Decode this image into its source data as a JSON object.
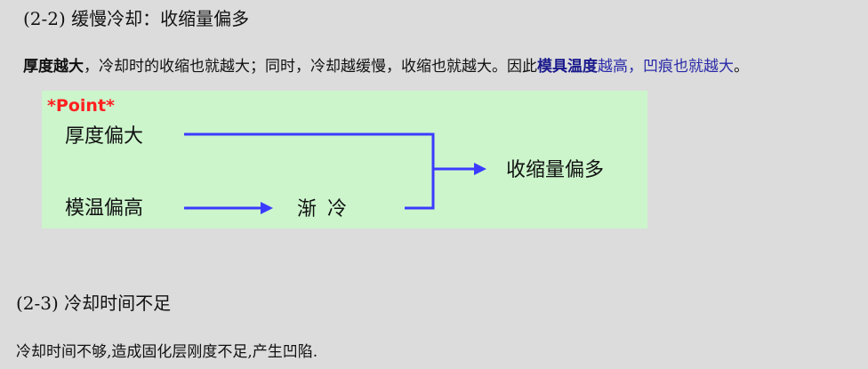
{
  "section1": {
    "heading": "(2-2) 缓慢冷却：收缩量偏多",
    "paragraph": {
      "part1": "厚度越大",
      "part2": "，冷却时的收缩也就越大；同时，冷却越缓慢，收缩也就越大。因此",
      "part3": "模具温度",
      "part4": "越高，凹痕也就越大",
      "part5": "。"
    }
  },
  "diagram": {
    "point_label": "*Point*",
    "thickness": "厚度偏大",
    "mold_temp": "模温偏高",
    "slow_cool": "渐冷",
    "result": "收缩量偏多",
    "background_color": "#ccf5cc",
    "arrow_color": "#3b3bff",
    "point_color": "#ff2020"
  },
  "section2": {
    "heading": "(2-3) 冷却时间不足",
    "paragraph": "冷却时间不够,造成固化层刚度不足,产生凹陷."
  }
}
